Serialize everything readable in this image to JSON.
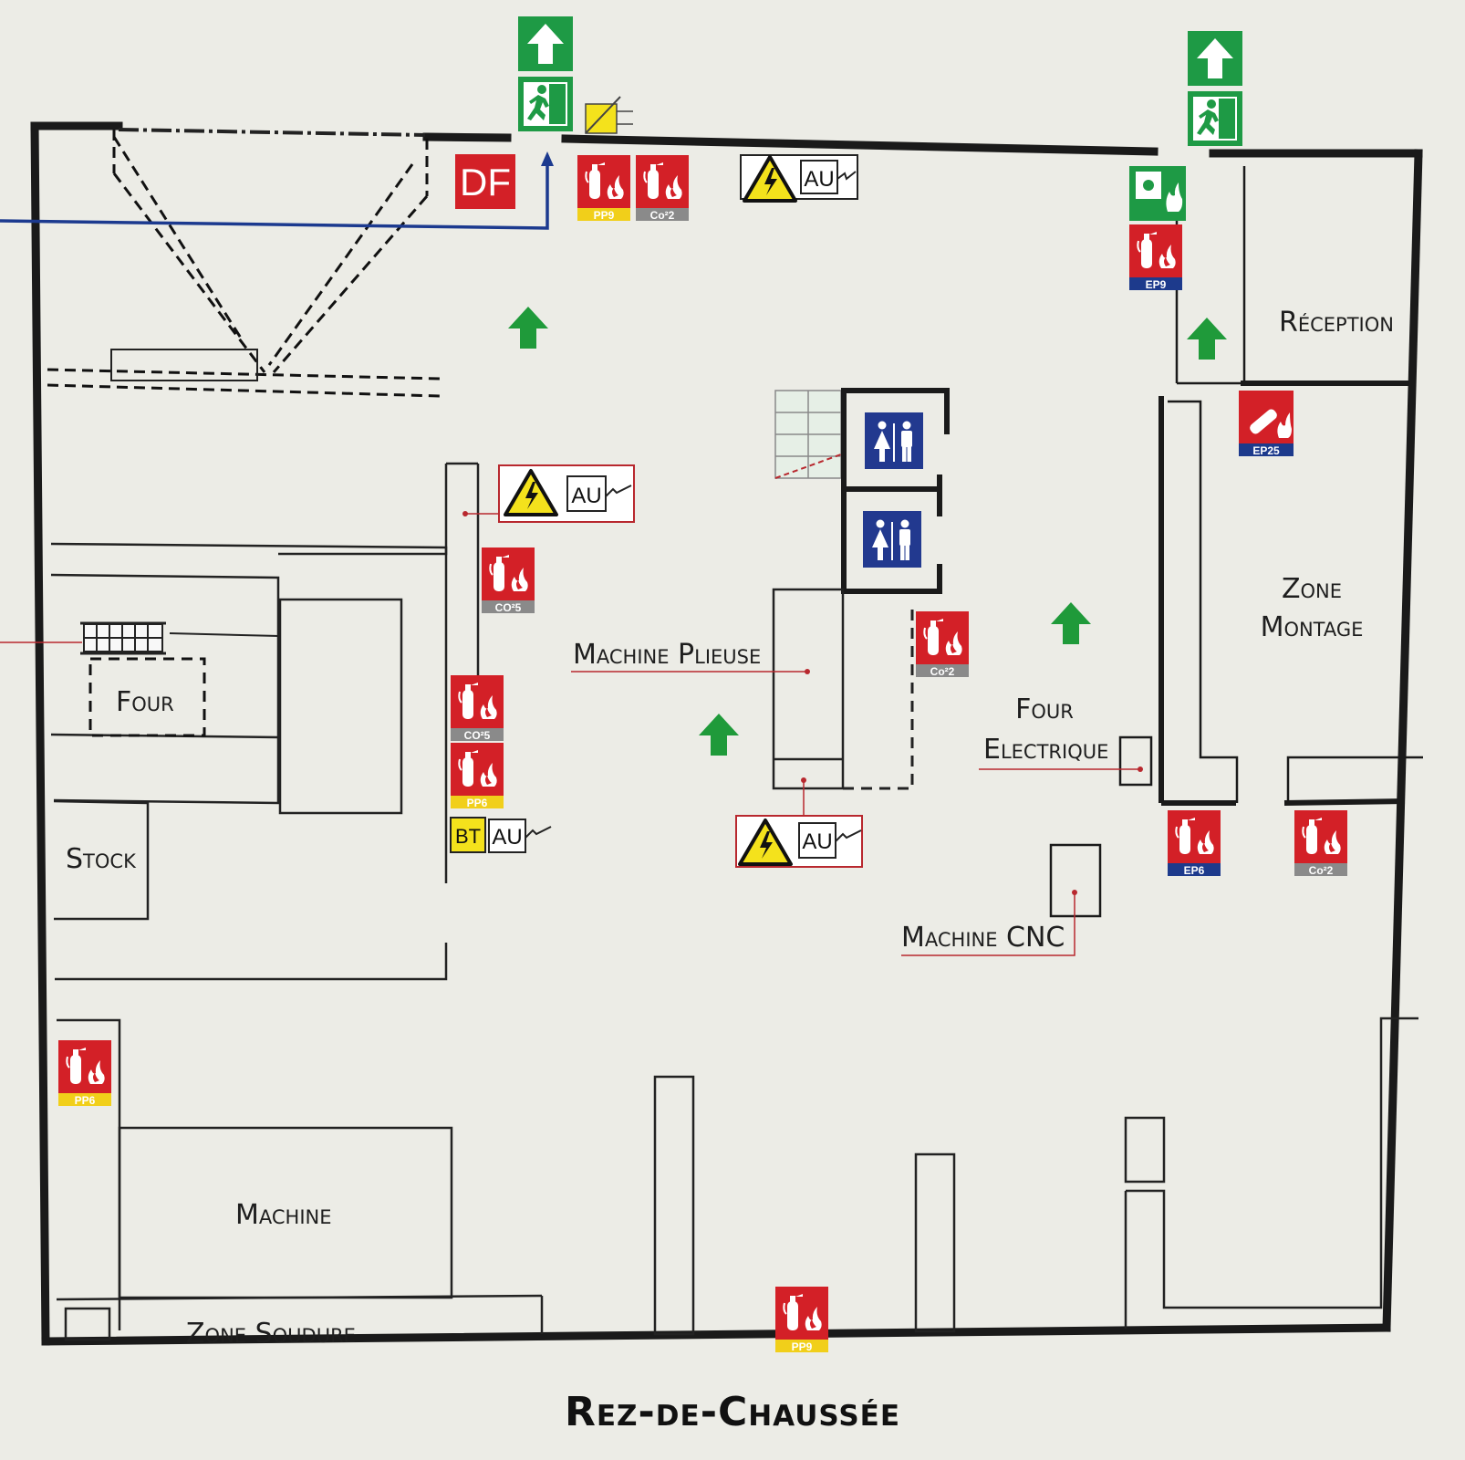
{
  "title": "Rez-de-Chaussée",
  "colors": {
    "wall": "#1a1a1a",
    "fire_red": "#d32027",
    "exit_green": "#1e9a45",
    "arrow_green": "#1f9a3a",
    "warning_yellow": "#f4e21c",
    "wc_blue": "#22398f",
    "evac_line": "#1c3a8f",
    "ep_blue": "#1d3a8c",
    "pp_yellow": "#f1cf1a",
    "co2_grey": "#8a8a8a"
  },
  "rooms": {
    "reception": "Réception",
    "zone_montage_1": "Zone",
    "zone_montage_2": "Montage",
    "four": "Four",
    "stock": "Stock",
    "machine_plieuse": "Machine Plieuse",
    "four_electrique_1": "Four",
    "four_electrique_2": "Electrique",
    "machine_cnc": "Machine CNC",
    "machine": "Machine",
    "zone_soudure": "Zone Soudure"
  },
  "signs": {
    "df": "DF",
    "au": "AU",
    "bt": "BT",
    "ext_labels": {
      "pp9": "PP9",
      "co2_2": "Co²2",
      "ep9": "EP9",
      "ep25": "EP25",
      "co2_5": "CO²5",
      "co_5": "CO²5",
      "pp6": "PP6",
      "ep6": "EP6"
    },
    "icons": [
      "emergency-exit-icon",
      "fire-extinguisher-icon",
      "high-voltage-icon",
      "alarm-button-icon",
      "toilet-icon",
      "up-arrow-icon"
    ]
  }
}
